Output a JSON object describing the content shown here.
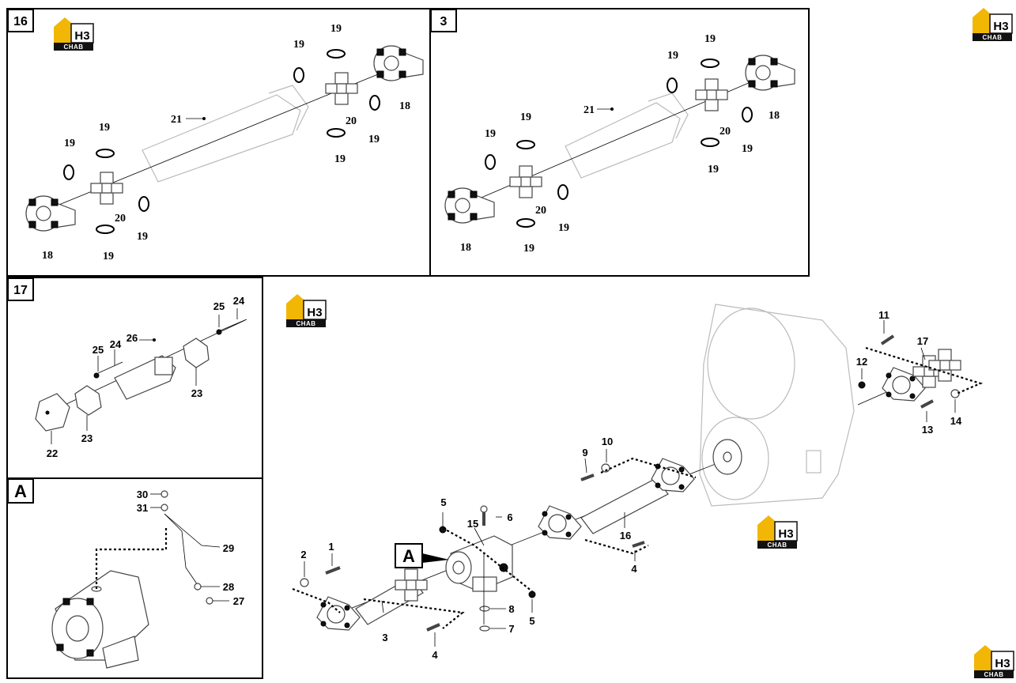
{
  "logo": {
    "letters": "H3",
    "sub": "CHAB",
    "accent": "#f2b705"
  },
  "panels": {
    "p16": {
      "id": "16",
      "labels": [
        "19",
        "19",
        "19",
        "19",
        "19",
        "19",
        "19",
        "19",
        "21",
        "18",
        "18",
        "20",
        "20"
      ]
    },
    "p3": {
      "id": "3",
      "labels": [
        "19",
        "19",
        "19",
        "19",
        "19",
        "19",
        "19",
        "19",
        "21",
        "18",
        "18",
        "20",
        "20"
      ]
    },
    "p17": {
      "id": "17",
      "labels": [
        "25",
        "24",
        "25",
        "24",
        "26",
        "23",
        "23",
        "22"
      ]
    },
    "pA": {
      "id": "A",
      "labels": [
        "30",
        "31",
        "29",
        "28",
        "27"
      ]
    },
    "main": {
      "callout": "A",
      "labels": [
        "11",
        "17",
        "12",
        "13",
        "14",
        "9",
        "10",
        "16",
        "4",
        "5",
        "6",
        "15",
        "2",
        "1",
        "8",
        "7",
        "5",
        "3",
        "4"
      ]
    }
  }
}
